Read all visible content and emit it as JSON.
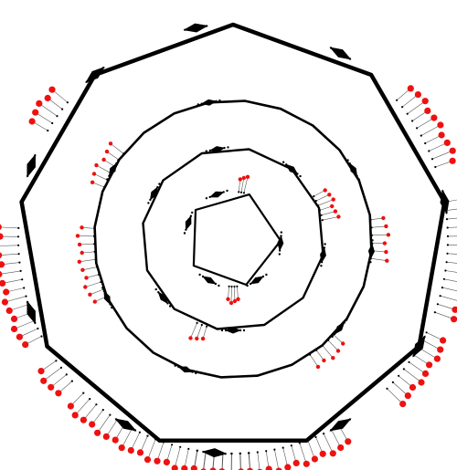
{
  "diagram": {
    "kind": "concentric ring network",
    "background": "#ffffff",
    "ring_color": "#000000",
    "leaf_color": "#ee1111",
    "edge_color": "#555555",
    "rings": [
      {
        "id": "ring-1",
        "sides": 5,
        "rotation_deg": 20,
        "hubs": [
          95,
          150,
          210,
          290,
          340
        ]
      },
      {
        "id": "ring-2",
        "sides": 12,
        "rotation_deg": 10,
        "hubs": [
          40,
          100,
          180,
          230,
          300,
          350
        ]
      },
      {
        "id": "ring-3",
        "sides": 24,
        "rotation_deg": 5,
        "hubs": [
          60,
          95,
          130,
          200,
          245,
          300,
          350
        ]
      },
      {
        "id": "ring-4",
        "sides": 9,
        "rotation_deg": 0,
        "hubs": [
          30,
          80,
          120,
          150,
          185,
          210,
          250,
          290,
          320,
          350
        ]
      }
    ],
    "leaf_groups": [
      {
        "ring": "ring-4",
        "angle_deg": 258,
        "count": 14
      },
      {
        "ring": "ring-4",
        "angle_deg": 232,
        "count": 4
      },
      {
        "ring": "ring-4",
        "angle_deg": 305,
        "count": 5
      },
      {
        "ring": "ring-4",
        "angle_deg": 200,
        "count": 22
      },
      {
        "ring": "ring-4",
        "angle_deg": 170,
        "count": 18
      },
      {
        "ring": "ring-4",
        "angle_deg": 125,
        "count": 9
      },
      {
        "ring": "ring-4",
        "angle_deg": 95,
        "count": 14
      },
      {
        "ring": "ring-4",
        "angle_deg": 60,
        "count": 10
      },
      {
        "ring": "ring-3",
        "angle_deg": 260,
        "count": 10
      },
      {
        "ring": "ring-3",
        "angle_deg": 300,
        "count": 6
      },
      {
        "ring": "ring-3",
        "angle_deg": 90,
        "count": 6
      },
      {
        "ring": "ring-3",
        "angle_deg": 140,
        "count": 5
      },
      {
        "ring": "ring-2",
        "angle_deg": 70,
        "count": 6
      },
      {
        "ring": "ring-2",
        "angle_deg": 200,
        "count": 3
      },
      {
        "ring": "ring-1",
        "angle_deg": 180,
        "count": 4
      },
      {
        "ring": "ring-1",
        "angle_deg": 10,
        "count": 3
      }
    ]
  }
}
